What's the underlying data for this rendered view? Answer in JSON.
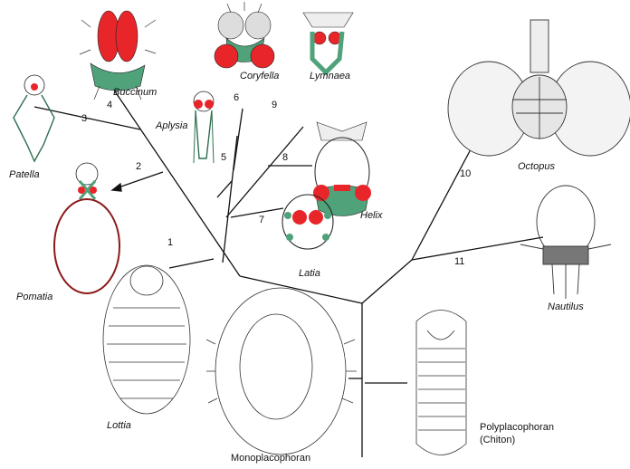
{
  "taxa": {
    "buccinum": "Buccinum",
    "coryfella": "Coryfella",
    "lymnaea": "Lymnaea",
    "patella": "Patella",
    "aplysia": "Aplysia",
    "pomatia": "Pomatia",
    "helix": "Helix",
    "latia": "Latia",
    "lottia": "Lottia",
    "monoplacophoran": "Monoplacophoran",
    "polyplacophoran_line1": "Polyplacophoran",
    "polyplacophoran_line2": "(Chiton)",
    "octopus": "Octopus",
    "nautilus": "Nautilus"
  },
  "branch_numbers": [
    "1",
    "2",
    "3",
    "4",
    "5",
    "6",
    "7",
    "8",
    "9",
    "10",
    "11"
  ],
  "colors": {
    "ganglia": "#e8262a",
    "connectives": "#4fa27a",
    "outline": "#222222",
    "pomatia_nerve": "#8b1a1a"
  }
}
